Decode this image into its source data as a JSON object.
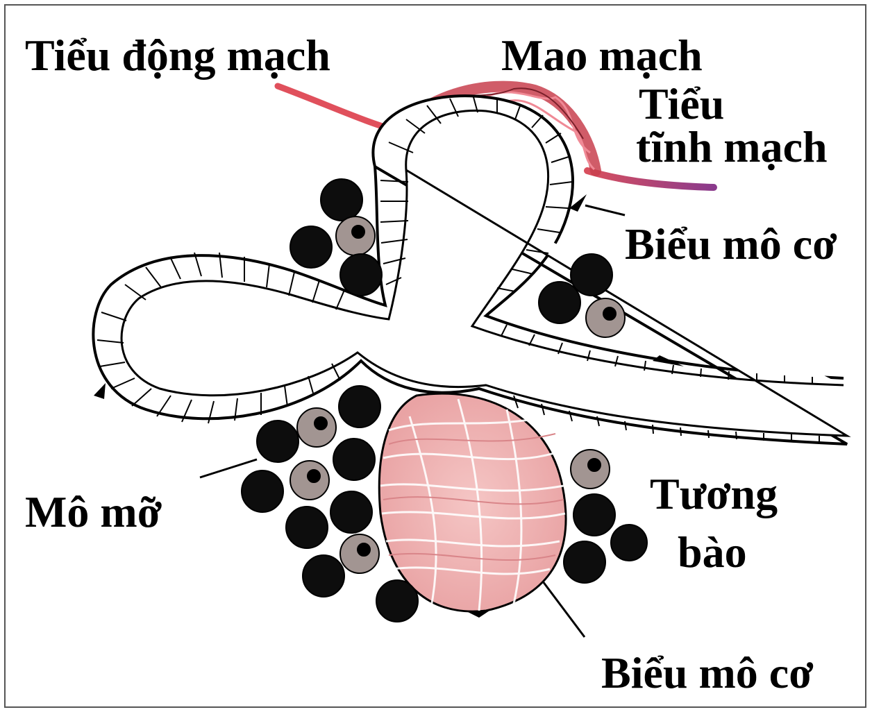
{
  "labels": {
    "arteriole": "Tiểu động mạch",
    "capillary": "Mao mạch",
    "venule_1": "Tiểu",
    "venule_2": "tĩnh mạch",
    "myoepithelium_top": "Biểu mô cơ",
    "adipose": "Mô mỡ",
    "plasma_1": "Tương",
    "plasma_2": "bào",
    "myoepithelium_bottom": "Biểu mô cơ"
  },
  "colors": {
    "arteriole": "#e0505c",
    "capillary": "#d9505e",
    "venule": "#8a3a8c",
    "duct_outline": "#000000",
    "cell_dark": "#0d0d0d",
    "cell_grey": "#a29592",
    "collagen": "#f2b9b8"
  }
}
